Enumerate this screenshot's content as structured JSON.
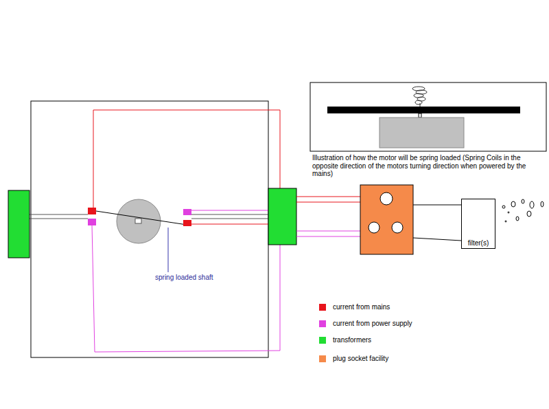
{
  "diagram": {
    "nodes": [
      {
        "text": [
          "filter(s)"
        ]
      }
    ],
    "labels": [
      "spring loaded shaft",
      "Illustration of how the motor will be spring loaded (Spring Coils in the opposite direction of the motors turning direction when powered by the mains)"
    ],
    "legend": [
      {
        "text": "current from mains",
        "color": "#e8141c"
      },
      {
        "text": "current from power supply",
        "color": "#e040e0"
      },
      {
        "text": "transformers",
        "color": "#22dd33"
      },
      {
        "text": "plug socket facility",
        "color": "#f58a4a"
      }
    ]
  }
}
